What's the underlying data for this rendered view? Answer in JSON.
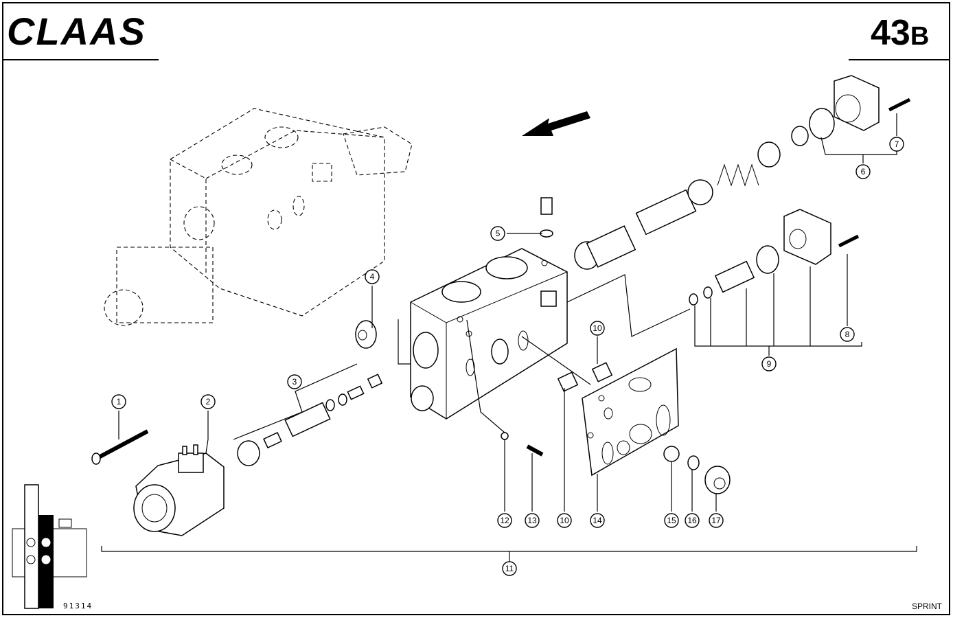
{
  "header": {
    "brand": "CLAAS",
    "page_number": "43",
    "page_suffix": "B"
  },
  "footer": {
    "drawing_number": "91314",
    "model": "SPRINT"
  },
  "callouts": [
    "1",
    "2",
    "3",
    "4",
    "5",
    "6",
    "7",
    "8",
    "9",
    "10",
    "10",
    "11",
    "12",
    "13",
    "14",
    "15",
    "16",
    "17"
  ]
}
